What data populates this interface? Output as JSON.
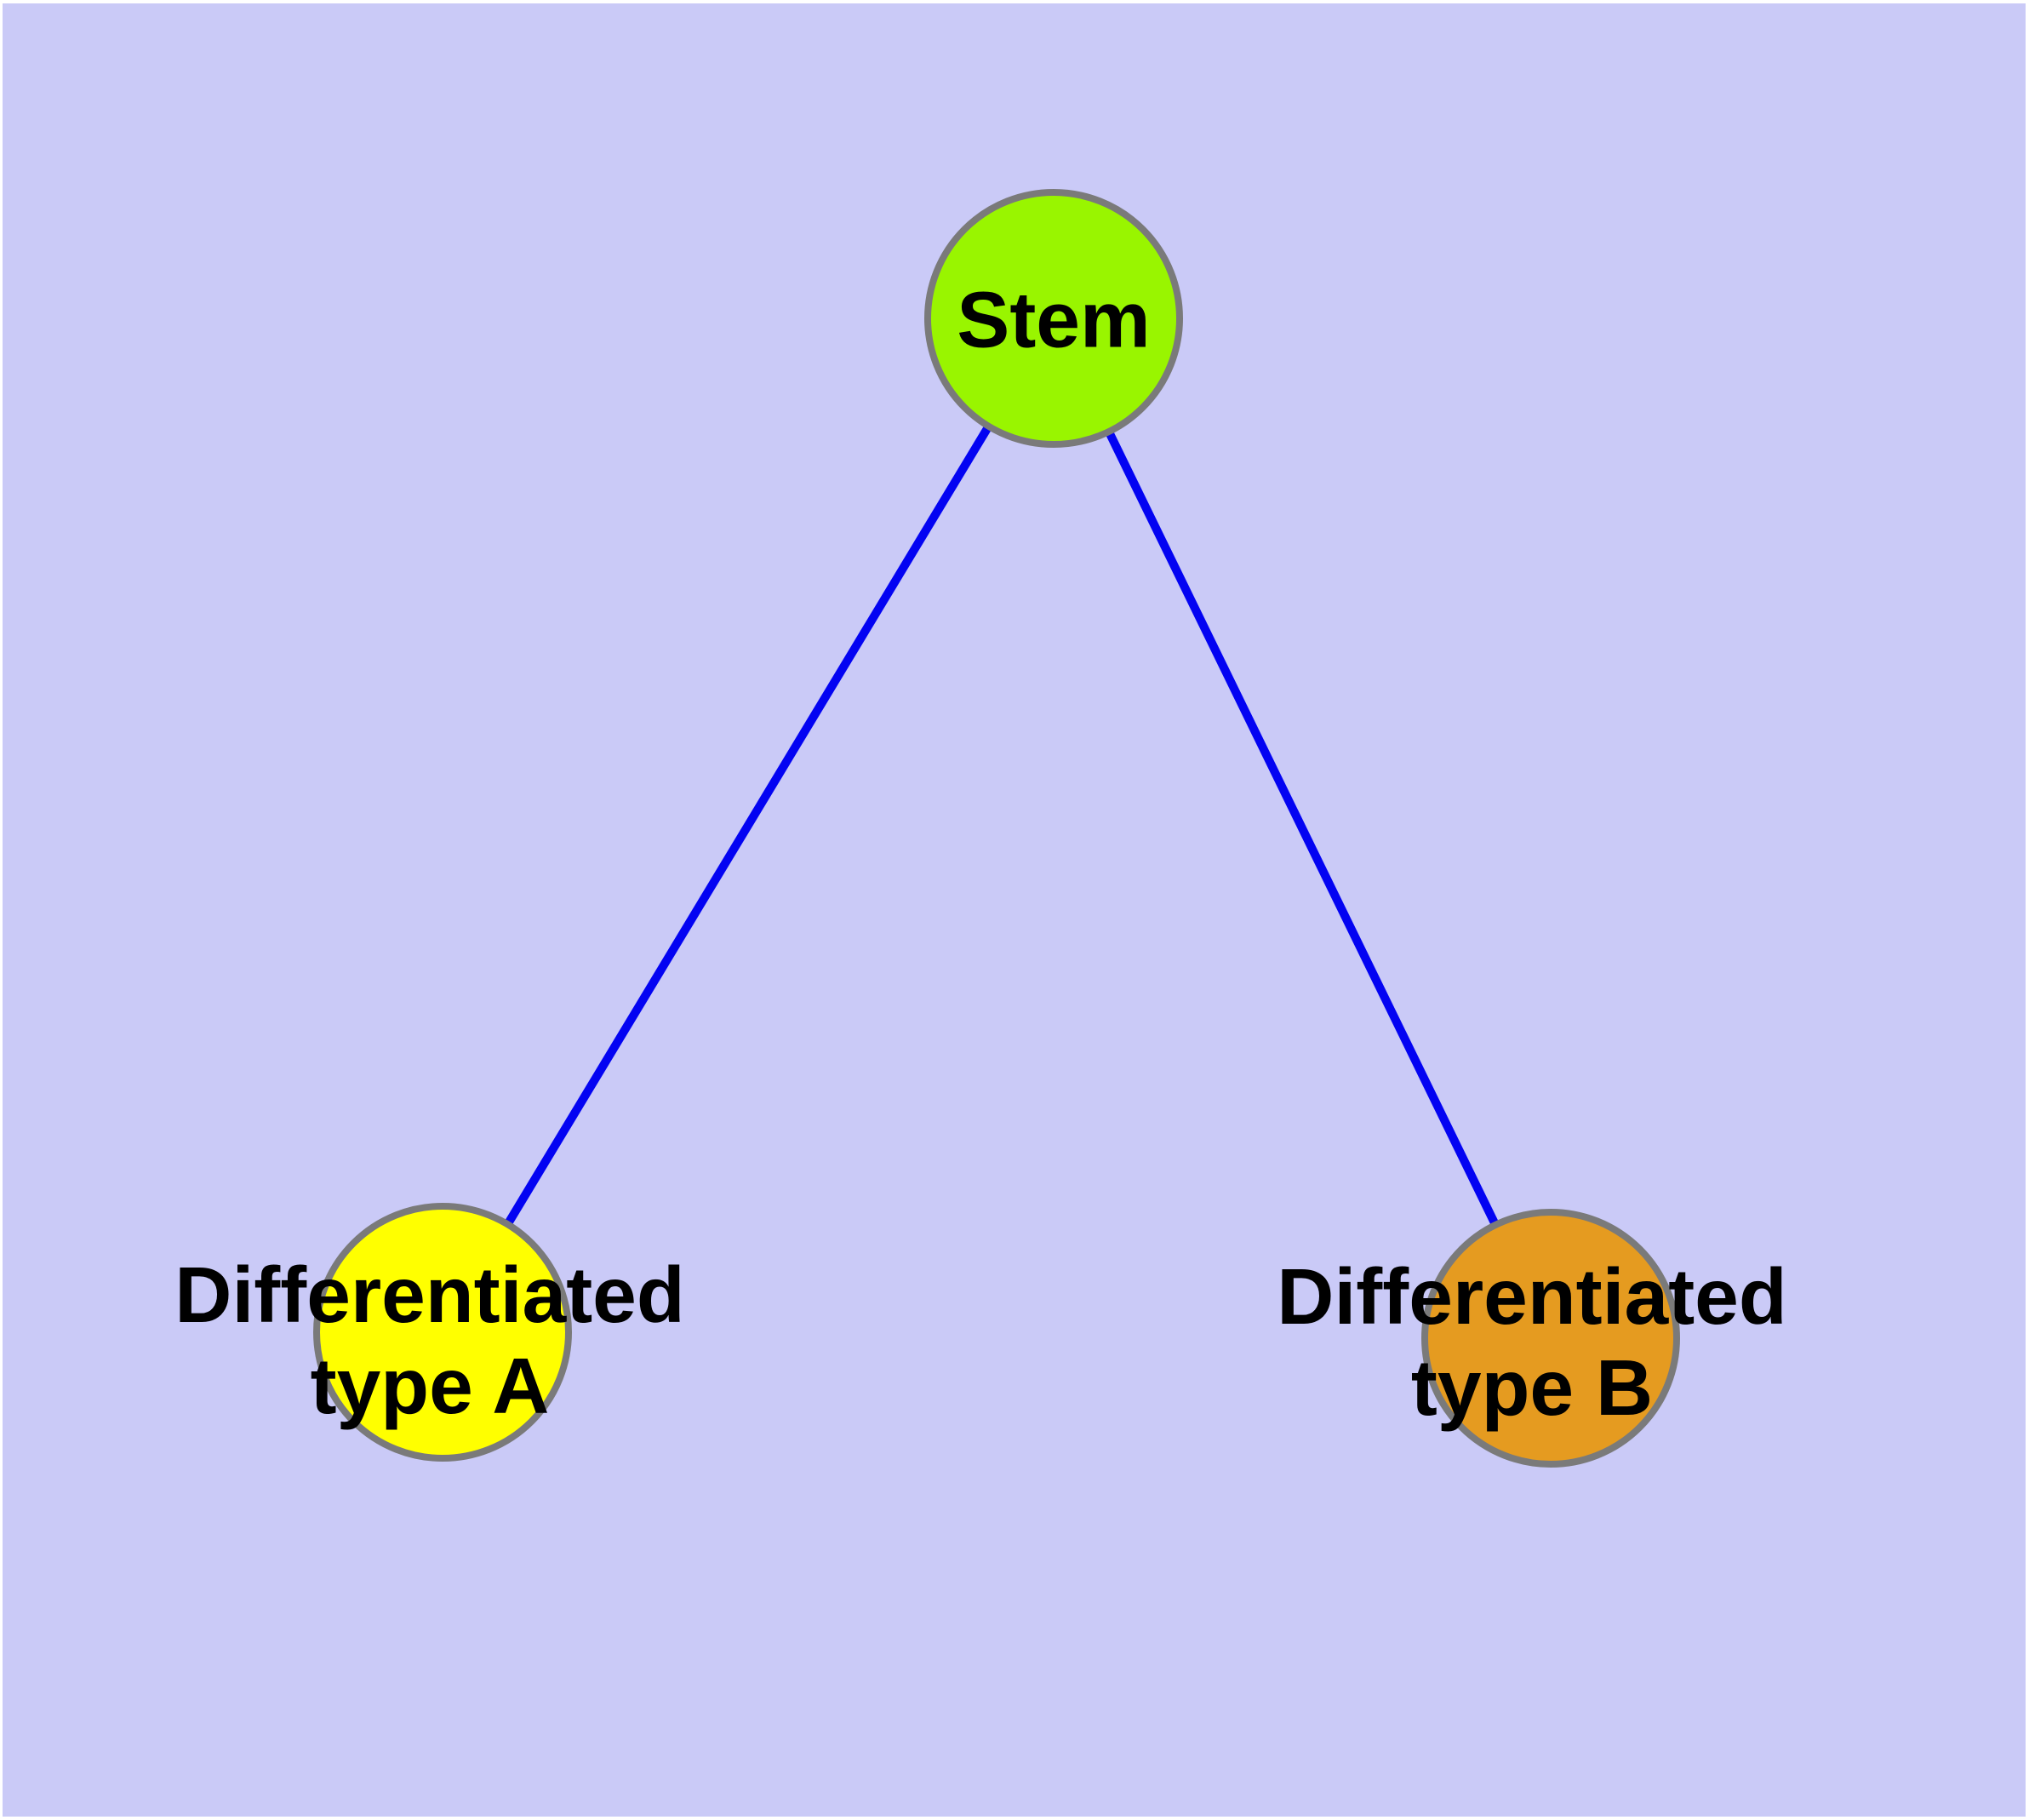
{
  "diagram": {
    "type": "node-link-graph",
    "colors": {
      "background": "#CACAF7",
      "page_margin": "#FFFFFF",
      "edge": "#0303F2",
      "node_border": "#7A7A7A",
      "label_text": "#000000"
    },
    "nodes": {
      "stem": {
        "label": "Stem",
        "fill": "#99F500"
      },
      "type_a": {
        "lines": [
          "Differentiated",
          "type A"
        ],
        "fill": "#FFFF00"
      },
      "type_b": {
        "lines": [
          "Differentiated",
          "type B"
        ],
        "fill": "#E59B20"
      }
    },
    "edges": [
      {
        "from": "stem",
        "to": "type_a"
      },
      {
        "from": "stem",
        "to": "type_b"
      }
    ]
  }
}
